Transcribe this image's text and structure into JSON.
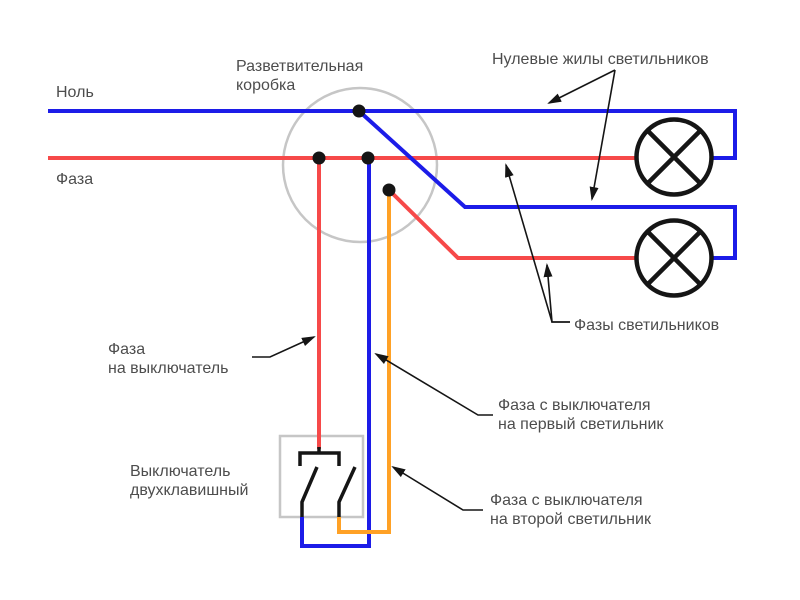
{
  "colors": {
    "neutral-wire": "#1c1ce8",
    "phase-wire": "#f64949",
    "switched-wire": "#ffa125",
    "outline": "#151515",
    "enclosure": "#c6c6c6",
    "text-color": "#4d4d4d",
    "background": "#ffffff"
  },
  "labels": {
    "neutral": "Ноль",
    "phase": "Фаза",
    "junction_box": {
      "line1": "Разветвительная",
      "line2": "коробка"
    },
    "neutral_wires": "Нулевые жилы светильников",
    "lamp_phases": "Фазы светильников",
    "phase_to_switch": {
      "line1": "Фаза",
      "line2": "на выключатель"
    },
    "switch": {
      "line1": "Выключатель",
      "line2": "двухклавишный"
    },
    "phase_first_lamp": {
      "line1": "Фаза с выключателя",
      "line2": "на первый светильник"
    },
    "phase_second_lamp": {
      "line1": "Фаза с выключателя",
      "line2": "на второй светильник"
    }
  },
  "wiring": {
    "supply_lines": [
      "Ноль",
      "Фаза"
    ],
    "neutral_color": "blue",
    "phase_color": "red",
    "switched_line_colors": [
      "blue",
      "orange"
    ],
    "lamp_count": 2,
    "junction_dots": 4
  }
}
